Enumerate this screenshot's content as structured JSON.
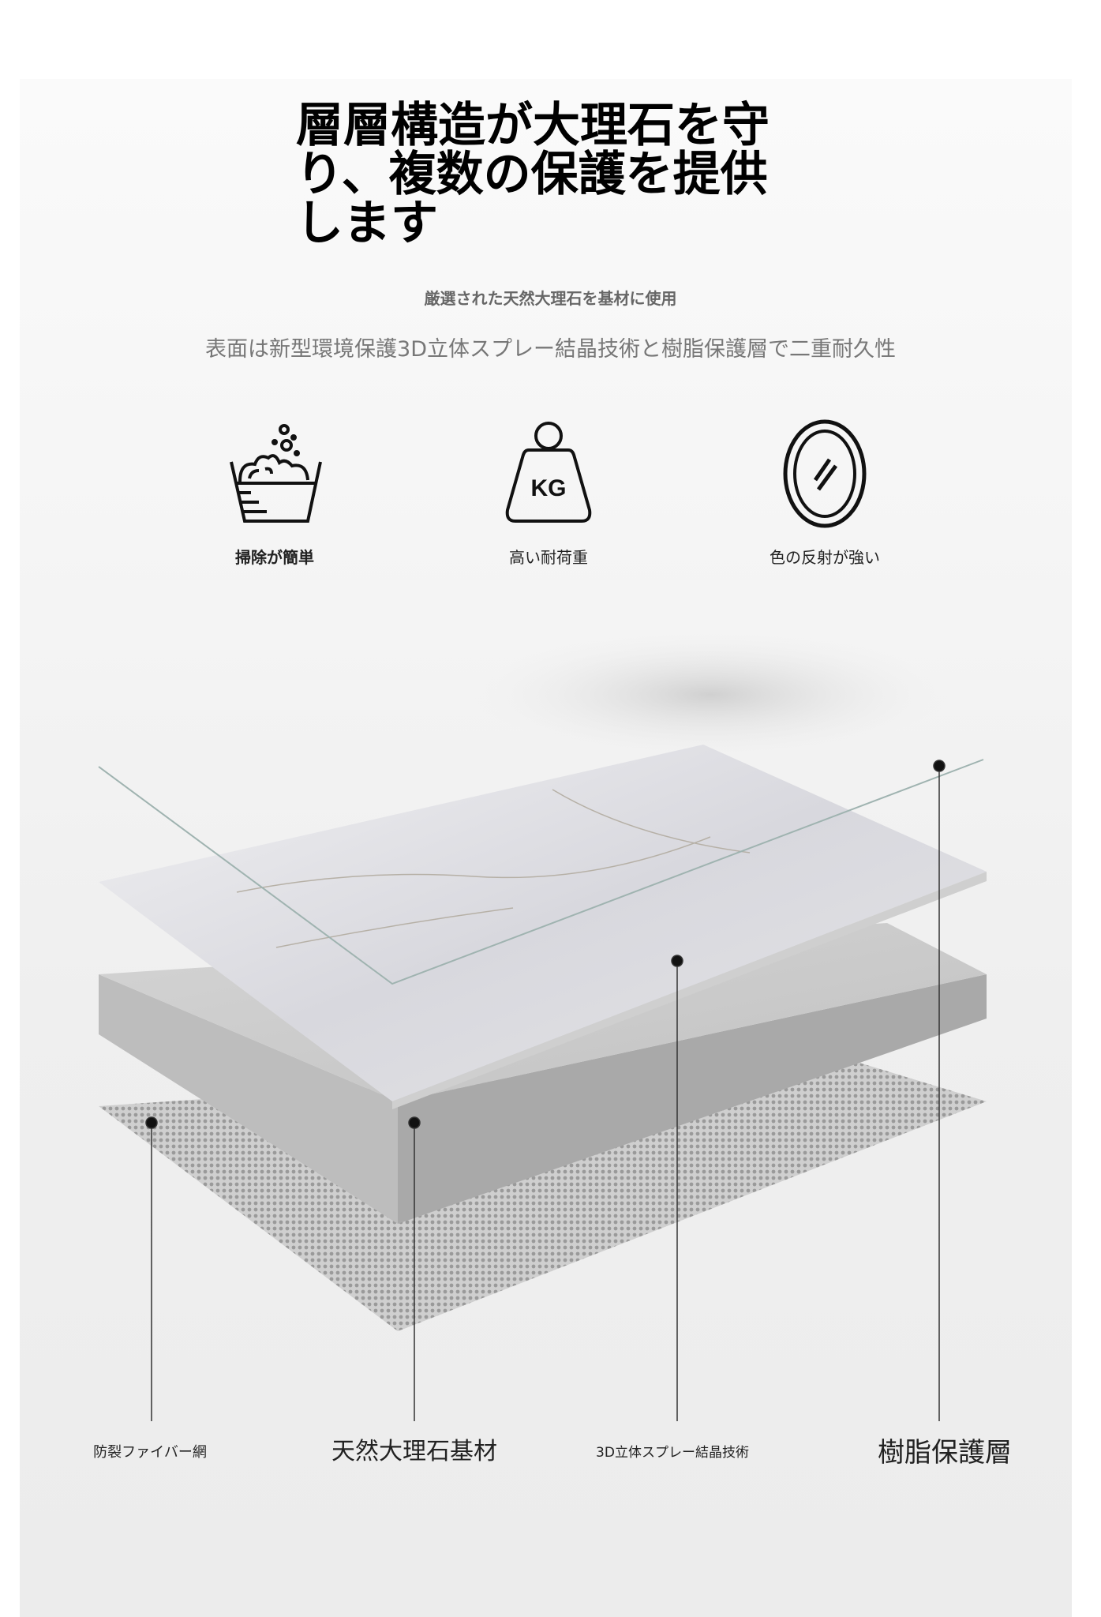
{
  "title_lines": [
    "層層構造が大理石を守",
    "り、複数の保護を提供",
    "します"
  ],
  "subtitle": "厳選された天然大理石を基材に使用",
  "description": "表面は新型環境保護3D立体スプレー結晶技術と樹脂保護層で二重耐久性",
  "features": [
    {
      "icon": "wash-basin-icon",
      "label": "掃除が簡単"
    },
    {
      "icon": "kg-weight-icon",
      "label": "高い耐荷重"
    },
    {
      "icon": "mirror-icon",
      "label": "色の反射が強い"
    }
  ],
  "layer_labels": [
    "防裂ファイバー網",
    "天然大理石基材",
    "3D立体スプレー結晶技術",
    "樹脂保護層"
  ],
  "colors": {
    "text": "#000000",
    "subtext": "#666666",
    "panel": "#f4f4f4"
  }
}
